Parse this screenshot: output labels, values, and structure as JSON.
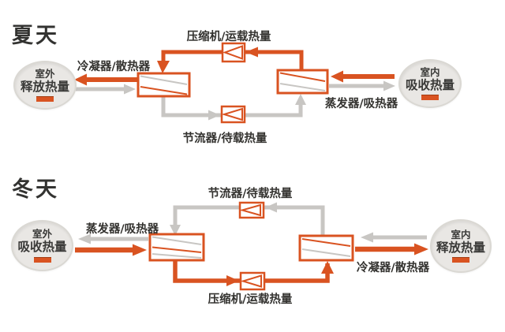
{
  "colors": {
    "orange": "#d95321",
    "gray": "#c8c6c3",
    "text": "#3a3a38",
    "circle_fill": "#e9e7e4"
  },
  "summer": {
    "title": "夏天",
    "outdoor": {
      "line1": "室外",
      "line2": "释放热量"
    },
    "indoor": {
      "line1": "室内",
      "line2": "吸收热量"
    },
    "labels": {
      "compressor": "压缩机/运载热量",
      "throttle": "节流器/待载热量",
      "condenser": "冷凝器/散热器",
      "evaporator": "蒸发器/吸热器"
    }
  },
  "winter": {
    "title": "冬天",
    "outdoor": {
      "line1": "室外",
      "line2": "吸收热量"
    },
    "indoor": {
      "line1": "室内",
      "line2": "释放热量"
    },
    "labels": {
      "throttle": "节流器/待载热量",
      "compressor": "压缩机/运载热量",
      "evaporator": "蒸发器/吸热器",
      "condenser": "冷凝器/散热器"
    }
  }
}
